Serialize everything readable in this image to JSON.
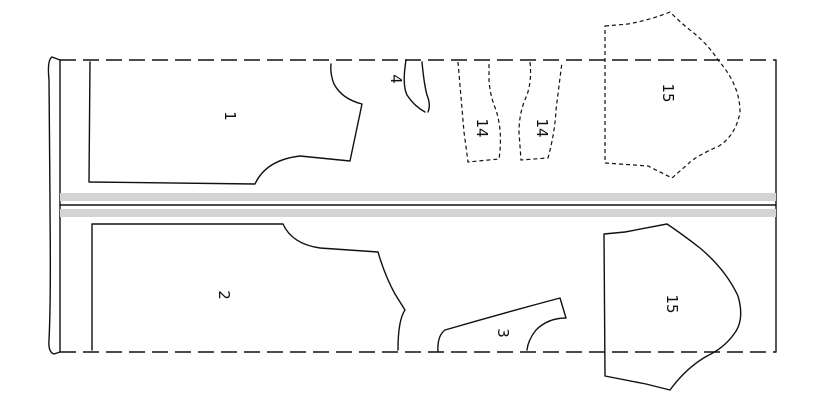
{
  "diagram": {
    "pieces": {
      "front": "1",
      "back": "2",
      "facing": "3",
      "pocket": "4",
      "strap_left": "14",
      "strap_right": "14",
      "sleeve_top": "15",
      "sleeve_bottom": "15"
    },
    "colors": {
      "line": "#111111",
      "fold_band": "#d4d4d4",
      "background": "#ffffff"
    }
  }
}
